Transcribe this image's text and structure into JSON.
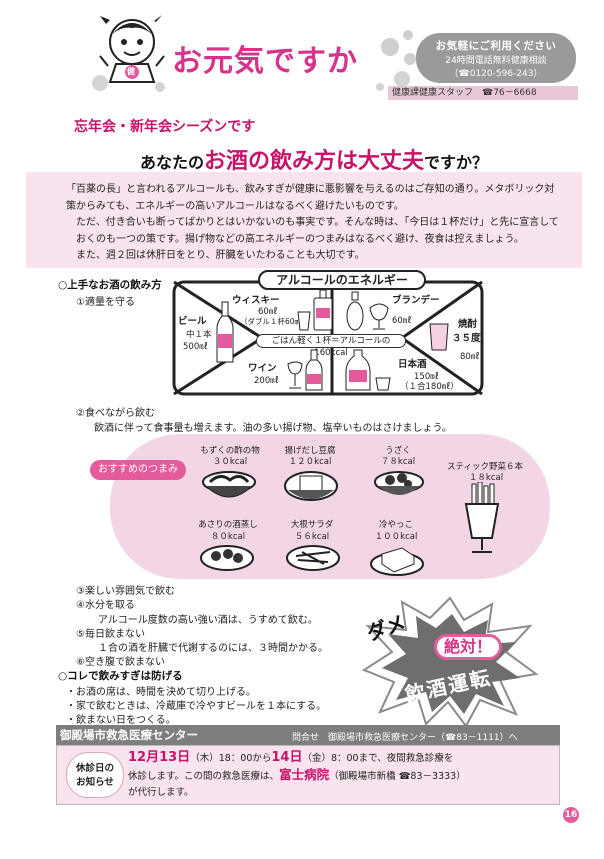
{
  "header": {
    "title": "お元気ですか",
    "hotline_title": "お気軽にご利用ください",
    "hotline_sub": "24時間電話無料健康相談",
    "hotline_number": "（☎0120-596-243）",
    "staff": "健康課健康スタッフ　☎76－6668",
    "mascot_badge": "健"
  },
  "headline": {
    "line1": "忘年会・新年会シーズンです",
    "line2_pre": "あなたの",
    "line2_big": "お酒の飲み方は大丈夫",
    "line2_post": "ですか？"
  },
  "intro": {
    "p1": "「百薬の長」と言われるアルコールも、飲みすぎが健康に悪影響を与えるのはご存知の通り。メタボリック対策からみても、エネルギーの高いアルコールはなるべく避けたいものです。",
    "p2": "ただ、付き合いも断ってばかりとはいかないのも事実です。そんな時は、「今日は１杯だけ」と先に宣言しておくのも一つの策です。揚げ物などの高エネルギーのつまみはなるべく避け、夜食は控えましょう。",
    "p3": "また、週２回は休肝日をとり、肝臓をいたわることも大切です。"
  },
  "tips": {
    "heading1": "○上手なお酒の飲み方",
    "item1": "①適量を守る",
    "item2": "②食べながら飲む",
    "item2_desc": "飲酒に伴って食事量も増えます。油の多い揚げ物、塩辛いものはさけましょう。",
    "item3": "③楽しい雰囲気で飲む",
    "item4": "④水分を取る",
    "item4_desc": "アルコール度数の高い強い酒は、うすめて飲む。",
    "item5": "⑤毎日飲まない",
    "item5_desc": "１合の酒を肝臓で代謝するのには、３時間かかる。",
    "item6": "⑥空き腹で飲まない",
    "heading2": "○コレで飲みすぎは防げる",
    "b1": "・お酒の席は、時間を決めて切り上げる。",
    "b2": "・家で飲むときは、冷蔵庫で冷やすビールを１本にする。",
    "b3": "・飲まない日をつくる。"
  },
  "alcohol": {
    "title": "アルコールのエネルギー",
    "rice": "ごはん軽く１杯＝アルコールの160kcal",
    "beer_name": "ビール",
    "beer_amt": "中１本",
    "beer_vol": "500㎖",
    "whisky_name": "ウィスキー",
    "whisky_vol": "60㎖",
    "whisky_note": "（ダブル１杯60㎖）",
    "brandy_name": "ブランデー",
    "brandy_vol": "60㎖",
    "shochu_name": "焼酎",
    "shochu_deg": "３５度",
    "shochu_vol": "80㎖",
    "wine_name": "ワイン",
    "wine_vol": "200㎖",
    "sake_name": "日本酒",
    "sake_vol": "150㎖",
    "sake_note": "（１合180㎖）"
  },
  "snacks": {
    "badge": "おすすめのつまみ",
    "items": [
      {
        "name": "もずくの酢の物",
        "cal": "３０kcal"
      },
      {
        "name": "揚げだし豆腐",
        "cal": "１２０kcal"
      },
      {
        "name": "うざく",
        "cal": "７８kcal"
      },
      {
        "name": "スティック野菜６本",
        "cal": "１８kcal"
      },
      {
        "name": "あさりの酒蒸し",
        "cal": "８０kcal"
      },
      {
        "name": "大根サラダ",
        "cal": "５６kcal"
      },
      {
        "name": "冷やっこ",
        "cal": "１００kcal"
      }
    ]
  },
  "dame": {
    "dame": "ダメ",
    "zettai": "絶対！",
    "insyu": "飲酒運転"
  },
  "emergency": {
    "title": "御殿場市救急医療センター",
    "contact": "問合せ　御殿場市救急医療センター（☎83－1111）へ",
    "badge_l1": "休診日の",
    "badge_l2": "お知らせ",
    "date1": "12月13日",
    "text1": "（木）18：00から",
    "date2": "14日",
    "text2": "（金）8：00まで、夜間救急診療を",
    "text3": "休診します。この間の救急医療は、",
    "hospital": "富士病院",
    "text4": "（御殿場市新橋 ☎83－3333）",
    "text5": "が代行します。"
  },
  "page_number": "16"
}
